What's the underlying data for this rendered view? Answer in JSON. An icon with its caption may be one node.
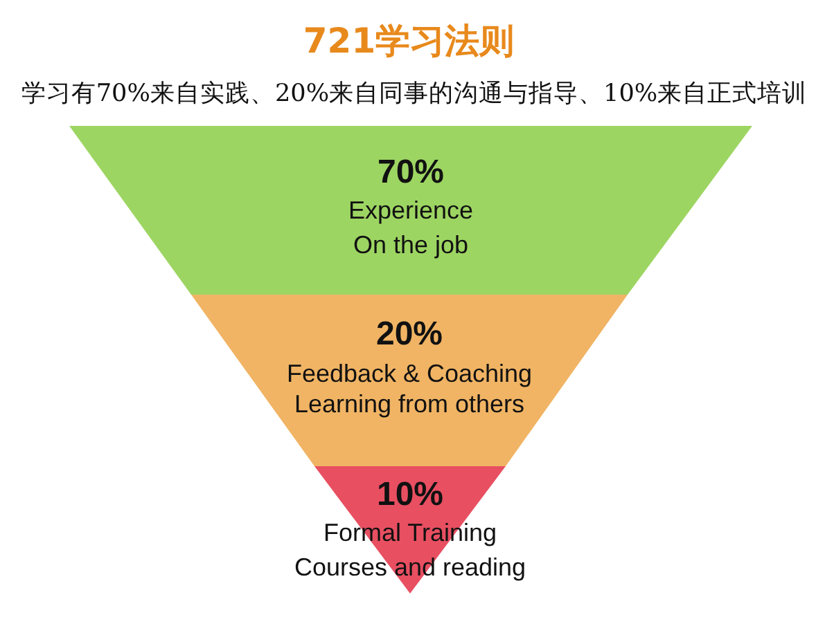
{
  "diagram": {
    "title": "721学习法则",
    "labels": [
      "学习有70%来自实践、20%来自同事的沟通与指导、10%来自正式培训"
    ],
    "nodes": [
      {
        "text": [
          "70%",
          "Experience",
          "On the job"
        ]
      },
      {
        "text": [
          "20%",
          "Feedback & Coaching",
          "Learning from others"
        ]
      },
      {
        "text": [
          "10%",
          "Formal Training",
          "Courses and reading"
        ]
      }
    ]
  }
}
